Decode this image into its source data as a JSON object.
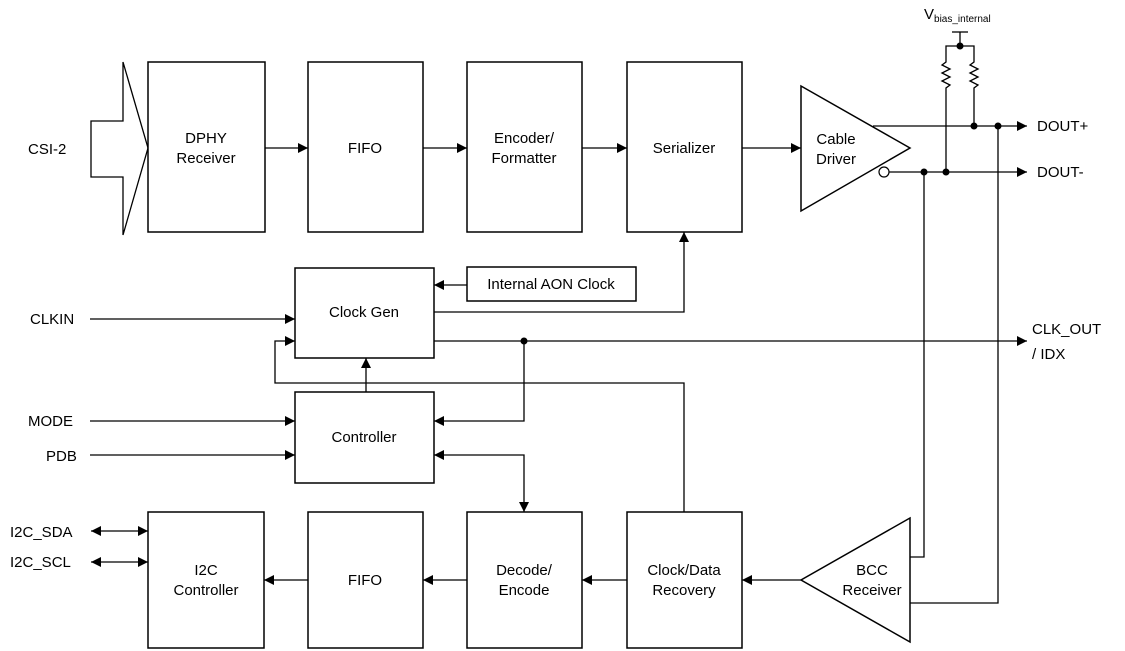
{
  "blocks": {
    "dphy": [
      "DPHY",
      "Receiver"
    ],
    "fifo_tx": [
      "FIFO"
    ],
    "encoder": [
      "Encoder/",
      "Formatter"
    ],
    "serializer": [
      "Serializer"
    ],
    "cable_driver": [
      "Cable",
      "Driver"
    ],
    "clock_gen": [
      "Clock Gen"
    ],
    "aon_clock": [
      "Internal AON Clock"
    ],
    "controller": [
      "Controller"
    ],
    "i2c_controller": [
      "I2C",
      "Controller"
    ],
    "fifo_rx": [
      "FIFO"
    ],
    "decode": [
      "Decode/",
      "Encode"
    ],
    "cdr": [
      "Clock/Data",
      "Recovery"
    ],
    "bcc_receiver": [
      "BCC",
      "Receiver"
    ]
  },
  "signals": {
    "csi2": "CSI-2",
    "clkin": "CLKIN",
    "mode": "MODE",
    "pdb": "PDB",
    "i2c_sda": "I2C_SDA",
    "i2c_scl": "I2C_SCL",
    "dout_p": "DOUT+",
    "dout_n": "DOUT-",
    "clk_out_1": "CLK_OUT",
    "clk_out_2": "/ IDX",
    "vbias_main": "V",
    "vbias_sub": "bias_internal"
  }
}
